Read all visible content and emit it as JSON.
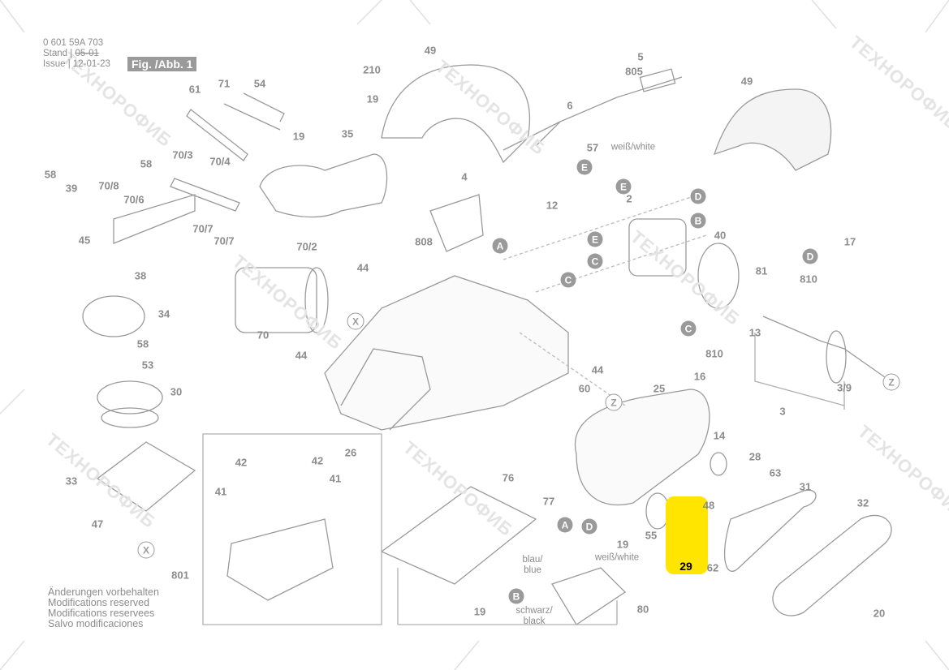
{
  "header": {
    "part_number": "0 601 59A 703",
    "stand_label": "Stand",
    "stand_value": "05-01",
    "issue_label": "Issue",
    "issue_value": "12-01-23",
    "figure": "Fig. /Abb. 1"
  },
  "notes": [
    "Änderungen vorbehalten",
    "Modifications reserved",
    "Modifications reservees",
    "Salvo modificaciones"
  ],
  "watermark": "TEXHOPOФИБ",
  "highlight": {
    "part": "29",
    "color": "#ffe500"
  },
  "labels": [
    "49",
    "210",
    "5",
    "805",
    "49",
    "61",
    "71",
    "54",
    "19",
    "6",
    "19",
    "35",
    "57",
    "70/3",
    "70/4",
    "58",
    "58",
    "39",
    "70/8",
    "70/6",
    "4",
    "12",
    "2",
    "40",
    "17",
    "81",
    "810",
    "810",
    "45",
    "70/7",
    "70/7",
    "808",
    "70/2",
    "38",
    "44",
    "34",
    "70",
    "13",
    "58",
    "53",
    "44",
    "44",
    "16",
    "30",
    "60",
    "25",
    "3/9",
    "3",
    "14",
    "26",
    "28",
    "42",
    "42",
    "41",
    "41",
    "33",
    "76",
    "77",
    "63",
    "31",
    "32",
    "48",
    "47",
    "55",
    "19",
    "62",
    "801",
    "19",
    "80",
    "20"
  ],
  "wire_labels": [
    "weiß/white",
    "blau/\nblue",
    "weiß/white",
    "schwarz/\nblack"
  ],
  "connectors": [
    "D",
    "D",
    "D",
    "B",
    "B",
    "E",
    "E",
    "E",
    "C",
    "C",
    "C",
    "A",
    "A",
    "X",
    "X",
    "Z",
    "Z"
  ]
}
